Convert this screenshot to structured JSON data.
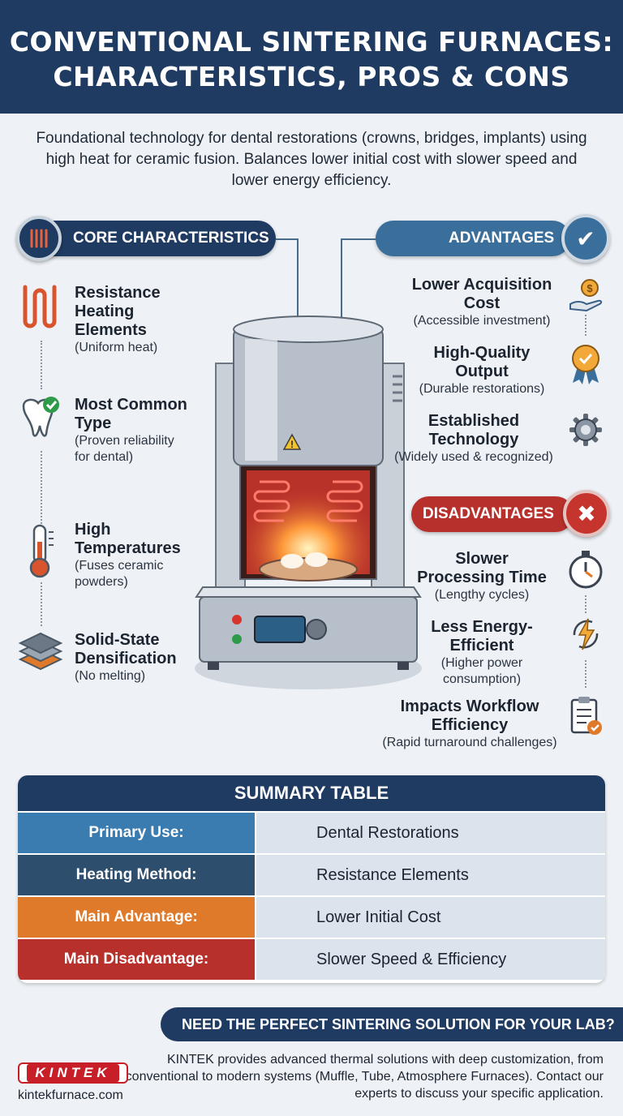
{
  "header": {
    "title_line1": "CONVENTIONAL SINTERING FURNACES:",
    "title_line2": "CHARACTERISTICS, PROS & CONS"
  },
  "intro": "Foundational technology for dental restorations (crowns, bridges, implants) using high heat for ceramic fusion. Balances lower initial cost with slower speed and lower energy efficiency.",
  "core": {
    "label": "CORE CHARACTERISTICS",
    "icon": "sliders-icon",
    "items": [
      {
        "title": "Resistance Heating Elements",
        "sub": "(Uniform heat)",
        "icon": "heating-coil-icon"
      },
      {
        "title": "Most Common Type",
        "sub": "(Proven reliability for dental)",
        "icon": "tooth-check-icon"
      },
      {
        "title": "High Temperatures",
        "sub": "(Fuses ceramic powders)",
        "icon": "thermometer-icon"
      },
      {
        "title": "Solid-State Densification",
        "sub": "(No melting)",
        "icon": "layers-icon"
      }
    ]
  },
  "advantages": {
    "label": "ADVANTAGES",
    "icon": "checkmark-icon",
    "items": [
      {
        "title": "Lower Acquisition Cost",
        "sub": "(Accessible investment)",
        "icon": "hand-coin-icon"
      },
      {
        "title": "High-Quality Output",
        "sub": "(Durable restorations)",
        "icon": "award-badge-icon"
      },
      {
        "title": "Established Technology",
        "sub": "(Widely used & recognized)",
        "icon": "gear-icon"
      }
    ]
  },
  "disadvantages": {
    "label": "DISADVANTAGES",
    "icon": "x-mark-icon",
    "items": [
      {
        "title": "Slower Processing Time",
        "sub": "(Lengthy cycles)",
        "icon": "stopwatch-icon"
      },
      {
        "title": "Less Energy-Efficient",
        "sub": "(Higher power consumption)",
        "icon": "lightning-icon"
      },
      {
        "title": "Impacts Workflow Efficiency",
        "sub": "(Rapid turnaround challenges)",
        "icon": "clipboard-icon"
      }
    ]
  },
  "summary": {
    "title": "SUMMARY TABLE",
    "rows": [
      {
        "label": "Primary Use:",
        "value": "Dental Restorations",
        "color": "#3a7cb0"
      },
      {
        "label": "Heating Method:",
        "value": "Resistance Elements",
        "color": "#2e4e6e"
      },
      {
        "label": "Main Advantage:",
        "value": "Lower Initial Cost",
        "color": "#e07a2b"
      },
      {
        "label": "Main Disadvantage:",
        "value": "Slower Speed & Efficiency",
        "color": "#b8302b"
      }
    ]
  },
  "cta": {
    "heading": "NEED THE PERFECT SINTERING SOLUTION FOR YOUR LAB?",
    "body": "KINTEK provides advanced thermal solutions with deep customization, from conventional to modern systems (Muffle, Tube, Atmosphere Furnaces). Contact our experts to discuss your specific application.",
    "logo": "KINTEK",
    "site": "kintekfurnace.com"
  },
  "colors": {
    "navy": "#1f3b61",
    "blue": "#3a6f9c",
    "red": "#b8302b",
    "orange": "#e07a2b"
  }
}
